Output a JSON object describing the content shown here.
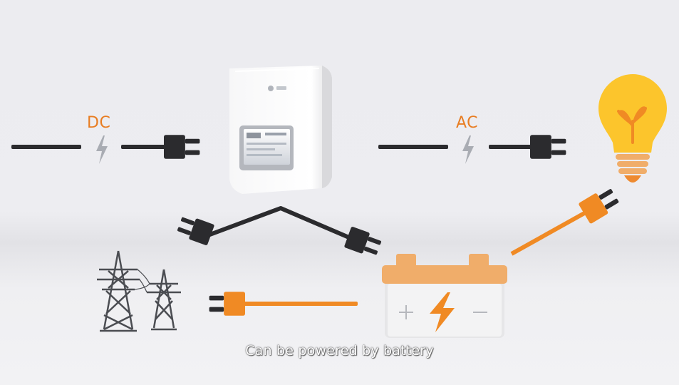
{
  "labels": {
    "dc": "DC",
    "ac": "AC"
  },
  "caption": "Can be powered by battery",
  "colors": {
    "accent_orange": "#f08a24",
    "cable_dark": "#2b2b2e",
    "lightning_gray": "#a9acb3",
    "bulb_yellow": "#fcc52c",
    "battery_body": "#efefef",
    "battery_top": "#f0ad6a"
  },
  "icons": {
    "inverter": "inverter-device",
    "bulb": "light-bulb-icon",
    "battery": "battery-icon",
    "pylons": "power-pylon-icon",
    "plug": "plug-icon",
    "lightning": "lightning-bolt-icon"
  }
}
